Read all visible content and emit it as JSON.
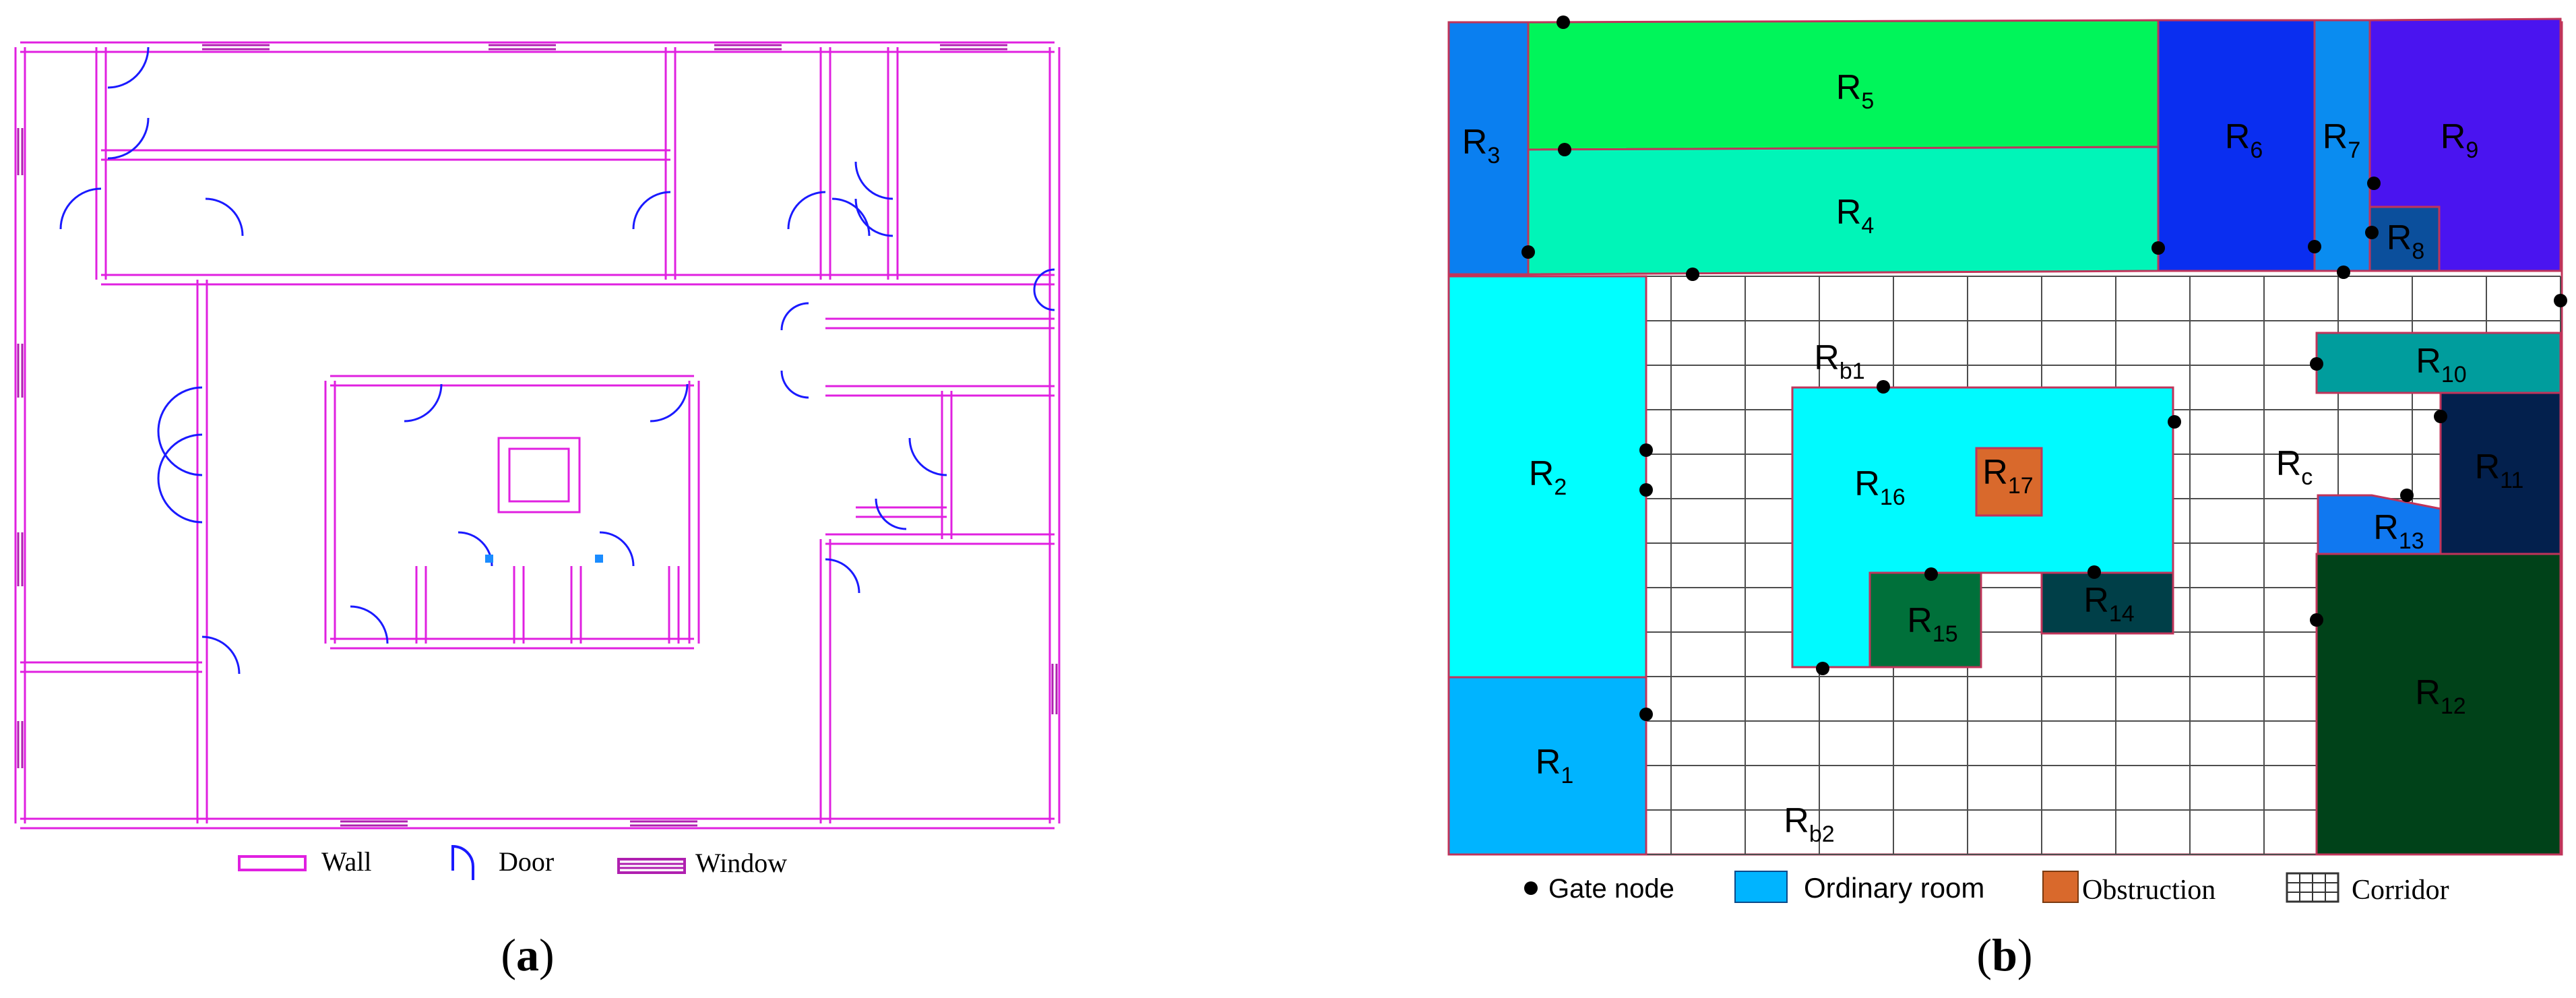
{
  "panel_a": {
    "caption": "(a)",
    "legend": {
      "wall": "Wall",
      "door": "Door",
      "window": "Window"
    },
    "colors": {
      "wall": "#e020e0",
      "door": "#1a1aff",
      "window": "#b020b0"
    }
  },
  "panel_b": {
    "caption": "(b)",
    "legend": {
      "gate": "Gate node",
      "room": "Ordinary room",
      "obstruction": "Obstruction",
      "corridor": "Corridor"
    },
    "rooms": [
      {
        "id": "R1",
        "base": "R",
        "sub": "1",
        "color": "#00b4ff"
      },
      {
        "id": "R2",
        "base": "R",
        "sub": "2",
        "color": "#00ffff"
      },
      {
        "id": "R3",
        "base": "R",
        "sub": "3",
        "color": "#0a7ff0"
      },
      {
        "id": "R4",
        "base": "R",
        "sub": "4",
        "color": "#00f5b8"
      },
      {
        "id": "R5",
        "base": "R",
        "sub": "5",
        "color": "#00f55a"
      },
      {
        "id": "R6",
        "base": "R",
        "sub": "6",
        "color": "#0a2ef0"
      },
      {
        "id": "R7",
        "base": "R",
        "sub": "7",
        "color": "#0a8cf0"
      },
      {
        "id": "R8",
        "base": "R",
        "sub": "8",
        "color": "#0b4f9c"
      },
      {
        "id": "R9",
        "base": "R",
        "sub": "9",
        "color": "#4a14f0"
      },
      {
        "id": "R10",
        "base": "R",
        "sub": "10",
        "color": "#009d9d"
      },
      {
        "id": "R11",
        "base": "R",
        "sub": "11",
        "color": "#03204d"
      },
      {
        "id": "R12",
        "base": "R",
        "sub": "12",
        "color": "#004219"
      },
      {
        "id": "R13",
        "base": "R",
        "sub": "13",
        "color": "#1078f0"
      },
      {
        "id": "R14",
        "base": "R",
        "sub": "14",
        "color": "#003f48"
      },
      {
        "id": "R15",
        "base": "R",
        "sub": "15",
        "color": "#00703a"
      },
      {
        "id": "R16",
        "base": "R",
        "sub": "16",
        "color": "#00faff"
      },
      {
        "id": "R17",
        "base": "R",
        "sub": "17",
        "color": "#d9692c"
      }
    ],
    "corridor_labels": [
      {
        "id": "Rb1",
        "base": "R",
        "sub": "b1"
      },
      {
        "id": "Rb2",
        "base": "R",
        "sub": "b2"
      },
      {
        "id": "Rc",
        "base": "R",
        "sub": "c"
      }
    ],
    "colors": {
      "room_border": "#c0345a",
      "grid": "#4d4d4d",
      "gate": "#000000",
      "legend_room": "#00b4ff",
      "legend_obstruction": "#d9692c"
    }
  }
}
